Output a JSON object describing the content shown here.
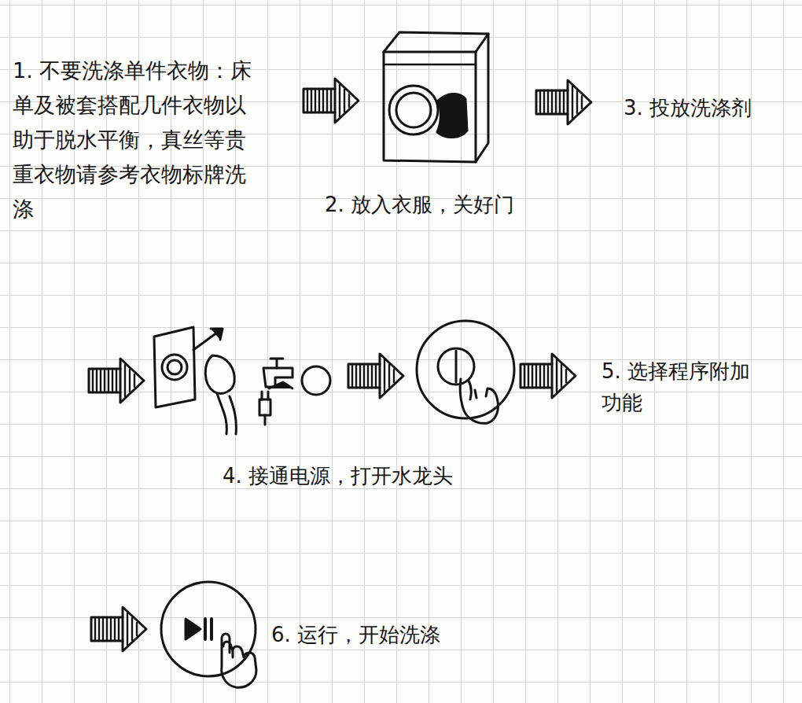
{
  "diagram": {
    "labels": [
      "1. 不要洗涤单件衣物：床单及被套搭配几件衣物以助于脱水平衡，真丝等贵重衣物请参考衣物标牌洗涤",
      "2. 放入衣服，关好门",
      "3. 投放洗涤剂",
      "4. 接通电源，打开水龙头",
      "5. 选择程序附加功能",
      "6. 运行，开始洗涤"
    ]
  }
}
